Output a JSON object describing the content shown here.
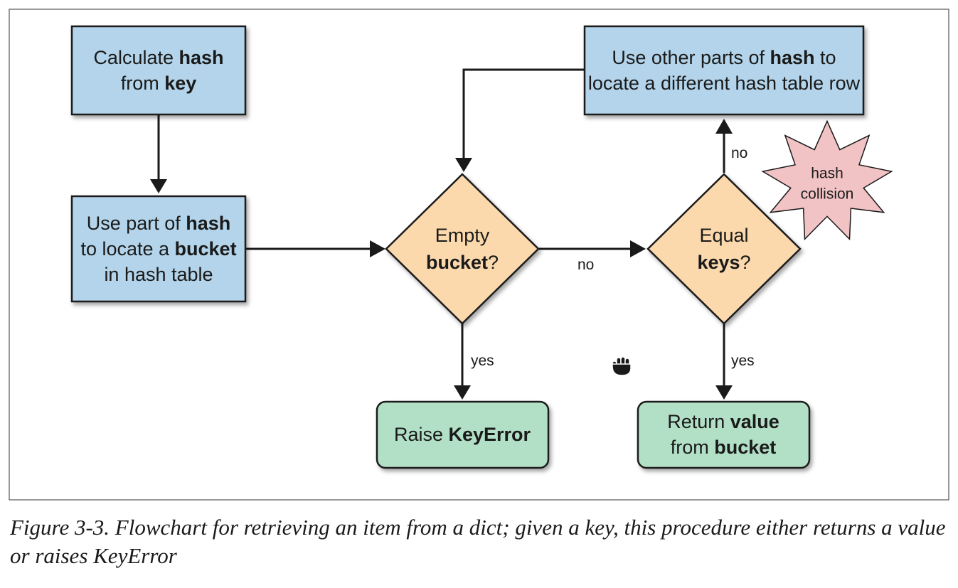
{
  "nodes": {
    "calc_hash": {
      "lines": [
        [
          {
            "t": "Calculate ",
            "b": false
          },
          {
            "t": "hash",
            "b": true
          }
        ],
        [
          {
            "t": "from ",
            "b": false
          },
          {
            "t": "key",
            "b": true
          }
        ]
      ]
    },
    "locate_bucket": {
      "lines": [
        [
          {
            "t": "Use part of ",
            "b": false
          },
          {
            "t": "hash",
            "b": true
          }
        ],
        [
          {
            "t": "to locate a ",
            "b": false
          },
          {
            "t": "bucket",
            "b": true
          }
        ],
        [
          {
            "t": "in hash table",
            "b": false
          }
        ]
      ]
    },
    "other_parts": {
      "lines": [
        [
          {
            "t": "Use other parts of ",
            "b": false
          },
          {
            "t": "hash",
            "b": true
          },
          {
            "t": " to",
            "b": false
          }
        ],
        [
          {
            "t": "locate a different hash table row",
            "b": false
          }
        ]
      ]
    },
    "empty_bucket": {
      "lines": [
        [
          {
            "t": "Empty",
            "b": false
          }
        ],
        [
          {
            "t": "bucket",
            "b": true
          },
          {
            "t": "?",
            "b": false
          }
        ]
      ]
    },
    "equal_keys": {
      "lines": [
        [
          {
            "t": "Equal",
            "b": false
          }
        ],
        [
          {
            "t": "keys",
            "b": true
          },
          {
            "t": "?",
            "b": false
          }
        ]
      ]
    },
    "raise_keyerror": {
      "lines": [
        [
          {
            "t": "Raise ",
            "b": false
          },
          {
            "t": "KeyError",
            "b": true
          }
        ]
      ]
    },
    "return_value": {
      "lines": [
        [
          {
            "t": "Return ",
            "b": false
          },
          {
            "t": "value",
            "b": true
          }
        ],
        [
          {
            "t": "from ",
            "b": false
          },
          {
            "t": "bucket",
            "b": true
          }
        ]
      ]
    },
    "hash_collision": {
      "lines": [
        [
          {
            "t": "hash",
            "b": false
          }
        ],
        [
          {
            "t": "collision",
            "b": false
          }
        ]
      ]
    }
  },
  "edge_labels": {
    "empty_no": "no",
    "empty_yes": "yes",
    "equal_no": "no",
    "equal_yes": "yes"
  },
  "caption": "Figure 3-3. Flowchart for retrieving an item from a dict; given a key, this procedure either returns a value or raises KeyError",
  "colors": {
    "process_fill": "#b3d4ea",
    "decision_fill": "#fbd9ad",
    "terminal_fill": "#b2e0c6",
    "collision_fill": "#f2c3c4",
    "stroke": "#1a1a1a"
  }
}
